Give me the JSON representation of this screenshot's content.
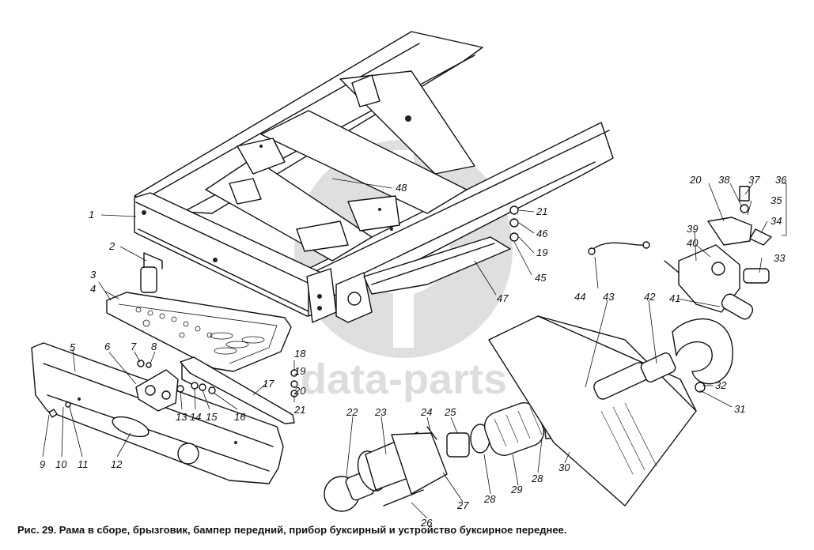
{
  "watermark": {
    "text": "data-parts"
  },
  "caption": "Рис. 29. Рама в сборе, брызговик, бампер передний, прибор буксирный и устройство буксирное переднее.",
  "labels": [
    "1",
    "2",
    "3",
    "4",
    "5",
    "6",
    "7",
    "8",
    "9",
    "10",
    "11",
    "12",
    "13",
    "14",
    "15",
    "16",
    "17",
    "18",
    "19",
    "20",
    "21",
    "22",
    "23",
    "24",
    "25",
    "26",
    "27",
    "28",
    "28",
    "29",
    "30",
    "31",
    "32",
    "33",
    "34",
    "35",
    "36",
    "37",
    "38",
    "39",
    "40",
    "41",
    "42",
    "43",
    "44",
    "45",
    "46",
    "19",
    "21",
    "47",
    "48",
    "20"
  ],
  "colors": {
    "ink": "#111111",
    "paper": "#ffffff"
  },
  "icons": [
    "data-parts-logo-icon"
  ]
}
